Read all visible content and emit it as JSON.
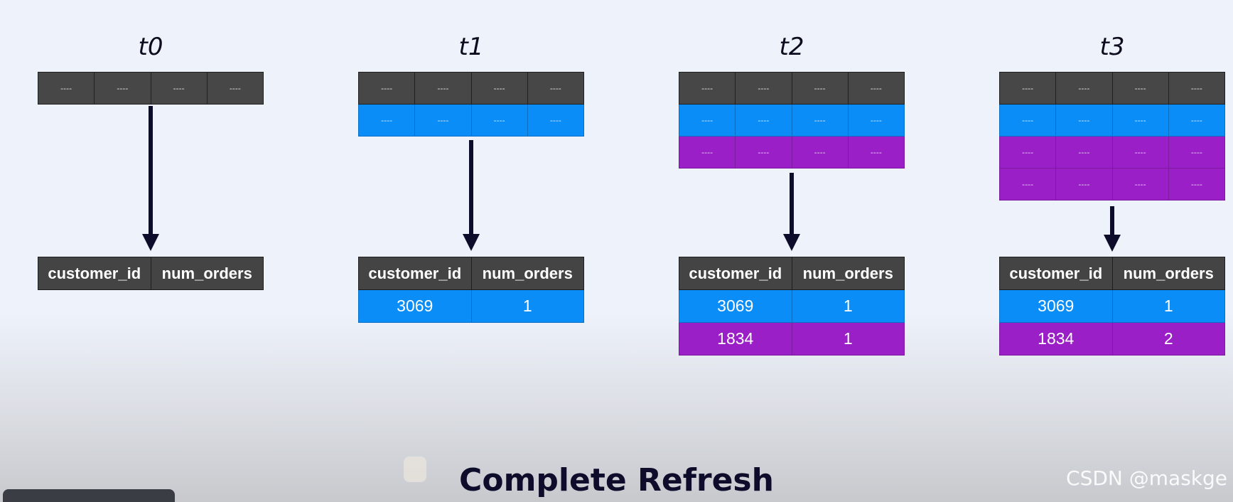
{
  "title": "Complete Refresh",
  "watermark": "CSDN @maskge",
  "placeholder_cell": "----",
  "colors": {
    "header": "#474747",
    "blue": "#0a8df6",
    "purple": "#9a1fc6",
    "arrow": "#0d0d2b"
  },
  "result_headers": [
    "customer_id",
    "num_orders"
  ],
  "stages": [
    {
      "label": "t0",
      "source_rows": [
        "header"
      ],
      "result_rows": []
    },
    {
      "label": "t1",
      "source_rows": [
        "header",
        "blue"
      ],
      "result_rows": [
        {
          "color": "blue",
          "customer_id": "3069",
          "num_orders": "1"
        }
      ]
    },
    {
      "label": "t2",
      "source_rows": [
        "header",
        "blue",
        "purple"
      ],
      "result_rows": [
        {
          "color": "blue",
          "customer_id": "3069",
          "num_orders": "1"
        },
        {
          "color": "purple",
          "customer_id": "1834",
          "num_orders": "1"
        }
      ]
    },
    {
      "label": "t3",
      "source_rows": [
        "header",
        "blue",
        "purple",
        "purple"
      ],
      "result_rows": [
        {
          "color": "blue",
          "customer_id": "3069",
          "num_orders": "1"
        },
        {
          "color": "purple",
          "customer_id": "1834",
          "num_orders": "2"
        }
      ]
    }
  ]
}
